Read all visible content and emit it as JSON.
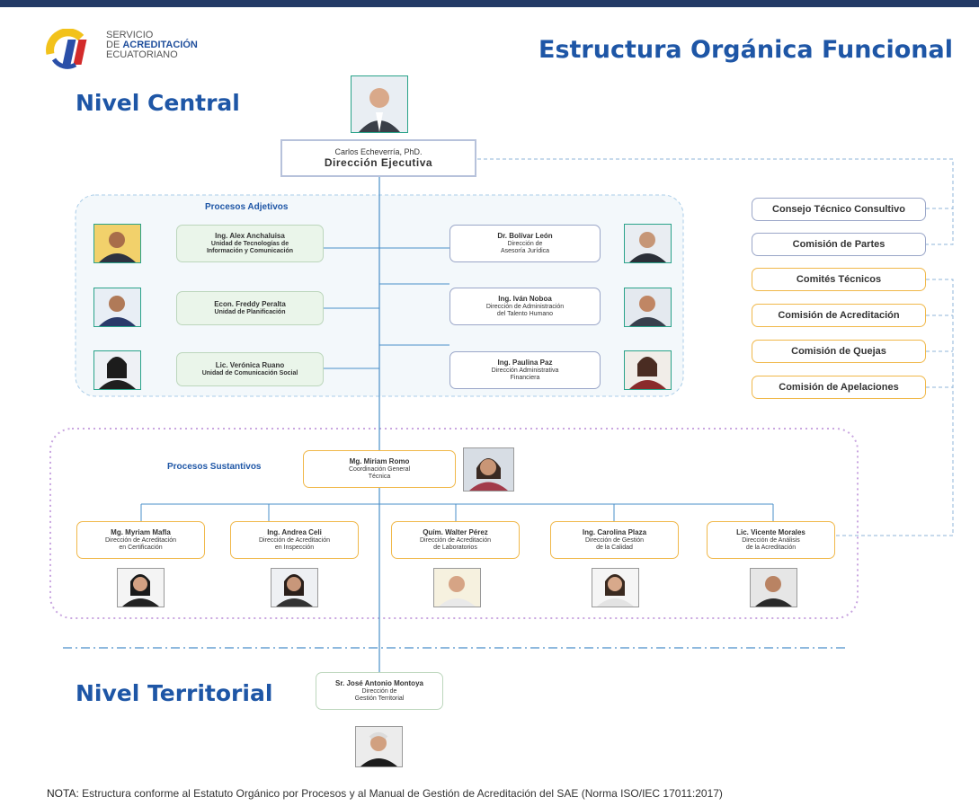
{
  "header": {
    "logo_line1": "SERVICIO",
    "logo_line2_prefix": "DE ",
    "logo_line2_bold": "ACREDITACIÓN",
    "logo_line3": "ECUATORIANO",
    "title": "Estructura Orgánica Funcional"
  },
  "levels": {
    "central": "Nivel Central",
    "territorial": "Nivel Territorial"
  },
  "director": {
    "name": "Carlos Echeverría, PhD.",
    "unit": "Dirección Ejecutiva"
  },
  "adjective": {
    "label": "Procesos Adjetivos",
    "left": [
      {
        "name": "Ing. Alex Anchaluisa",
        "unit1": "Unidad de Tecnologías de",
        "unit2": "Información y Comunicación"
      },
      {
        "name": "Econ. Freddy Peralta",
        "unit1": "Unidad de Planificación",
        "unit2": ""
      },
      {
        "name": "Lic. Verónica Ruano",
        "unit1": "Unidad de Comunicación Social",
        "unit2": ""
      }
    ],
    "right": [
      {
        "name": "Dr. Bolívar León",
        "unit1": "Dirección de",
        "unit2": "Asesoría Jurídica"
      },
      {
        "name": "Ing. Iván Noboa",
        "unit1": "Dirección de Administración",
        "unit2": "del Talento Humano"
      },
      {
        "name": "Ing. Paulina Paz",
        "unit1": "Dirección Administrativa",
        "unit2": "Financiera"
      }
    ]
  },
  "committees": [
    {
      "label": "Consejo Técnico Consultivo",
      "color": "blue"
    },
    {
      "label": "Comisión de Partes",
      "color": "blue"
    },
    {
      "label": "Comités Técnicos",
      "color": "orange"
    },
    {
      "label": "Comisión de Acreditación",
      "color": "orange"
    },
    {
      "label": "Comisión de Quejas",
      "color": "orange"
    },
    {
      "label": "Comisión de Apelaciones",
      "color": "orange"
    }
  ],
  "substantive": {
    "label": "Procesos Sustantivos",
    "coordinator": {
      "name": "Mg. Miriam Romo",
      "unit1": "Coordinación General",
      "unit2": "Técnica"
    },
    "directors": [
      {
        "name": "Mg. Myriam Mafla",
        "unit1": "Dirección de Acreditación",
        "unit2": "en Certificación"
      },
      {
        "name": "Ing. Andrea Celi",
        "unit1": "Dirección de Acreditación",
        "unit2": "en Inspección"
      },
      {
        "name": "Quím. Walter Pérez",
        "unit1": "Dirección de Acreditación",
        "unit2": "de Laboratorios"
      },
      {
        "name": "Ing. Carolina Plaza",
        "unit1": "Dirección de Gestión",
        "unit2": "de la Calidad"
      },
      {
        "name": "Lic. Vicente Morales",
        "unit1": "Dirección de Análisis",
        "unit2": "de la Acreditación"
      }
    ]
  },
  "territorial": {
    "name": "Sr. José Antonio Montoya",
    "unit1": "Dirección de",
    "unit2": "Gestión Territorial"
  },
  "note": {
    "prefix": "NOTA",
    "text": ": Estructura conforme al Estatuto Orgánico por Procesos y al Manual de Gestión de Acreditación del SAE (Norma ISO/IEC 17011:2017)"
  },
  "colors": {
    "title_blue": "#1e56a6",
    "orange": "#f0b84a",
    "green_fill": "#eaf5ea",
    "purple_dash": "#c9a6e0"
  }
}
